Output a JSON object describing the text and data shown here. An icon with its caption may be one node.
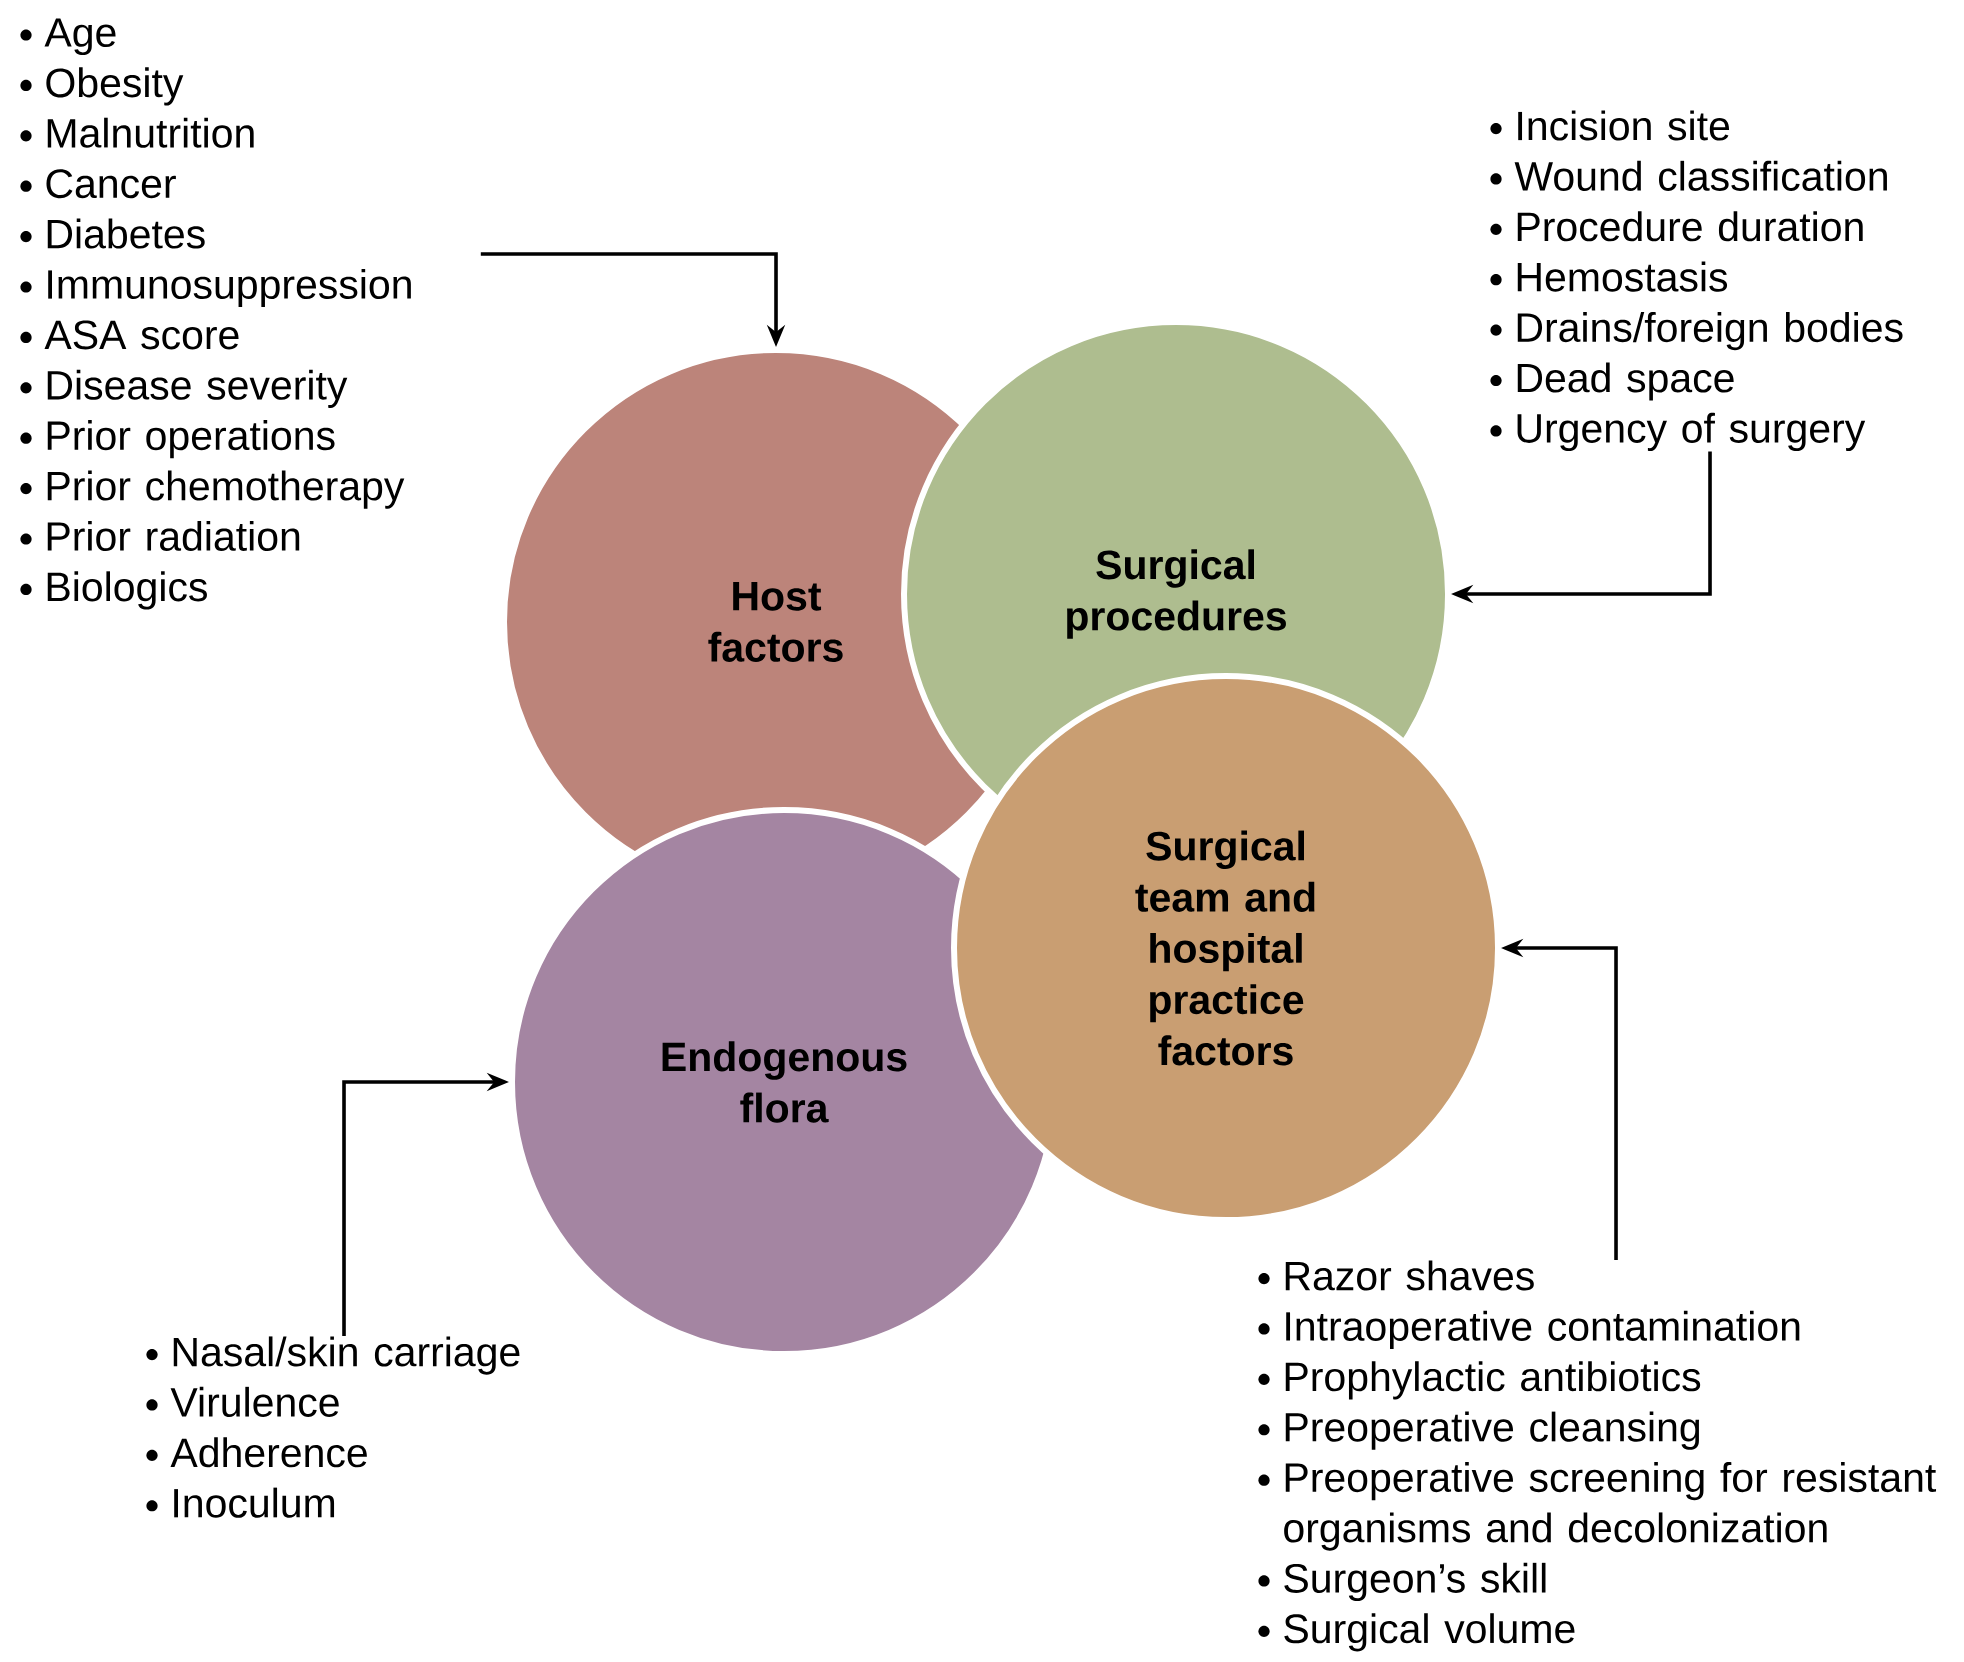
{
  "diagram": {
    "nodes": [
      {
        "text": [
          "Host factors"
        ]
      },
      {
        "text": [
          "Surgical procedures"
        ]
      },
      {
        "text": [
          "Surgical team and hospital practice factors"
        ]
      },
      {
        "text": [
          "Endogenous flora"
        ]
      },
      {
        "text": [
          "Age",
          "Obesity",
          "Malnutrition",
          "Cancer",
          "Diabetes",
          "Immunosuppression",
          "ASA score",
          "Disease severity",
          "Prior operations",
          "Prior chemotherapy",
          "Prior radiation",
          "Biologics"
        ]
      },
      {
        "text": [
          "Incision site",
          "Wound classification",
          "Procedure duration",
          "Hemostasis",
          "Drains/foreign bodies",
          "Dead space",
          "Urgency of surgery"
        ]
      },
      {
        "text": [
          "Razor shaves",
          "Intraoperative contamination",
          "Prophylactic antibiotics",
          "Preoperative cleansing",
          "Preoperative screening for resistant organisms and decolonization",
          "Surgeon’s skill",
          "Surgical volume"
        ]
      },
      {
        "text": [
          "Nasal/skin carriage",
          "Virulence",
          "Adherence",
          "Inoculum"
        ]
      }
    ],
    "edges": [
      {
        "from": 4,
        "to": 0,
        "arrow": "to"
      },
      {
        "from": 5,
        "to": 1,
        "arrow": "to"
      },
      {
        "from": 6,
        "to": 2,
        "arrow": "to"
      },
      {
        "from": 7,
        "to": 3,
        "arrow": "to"
      }
    ]
  }
}
